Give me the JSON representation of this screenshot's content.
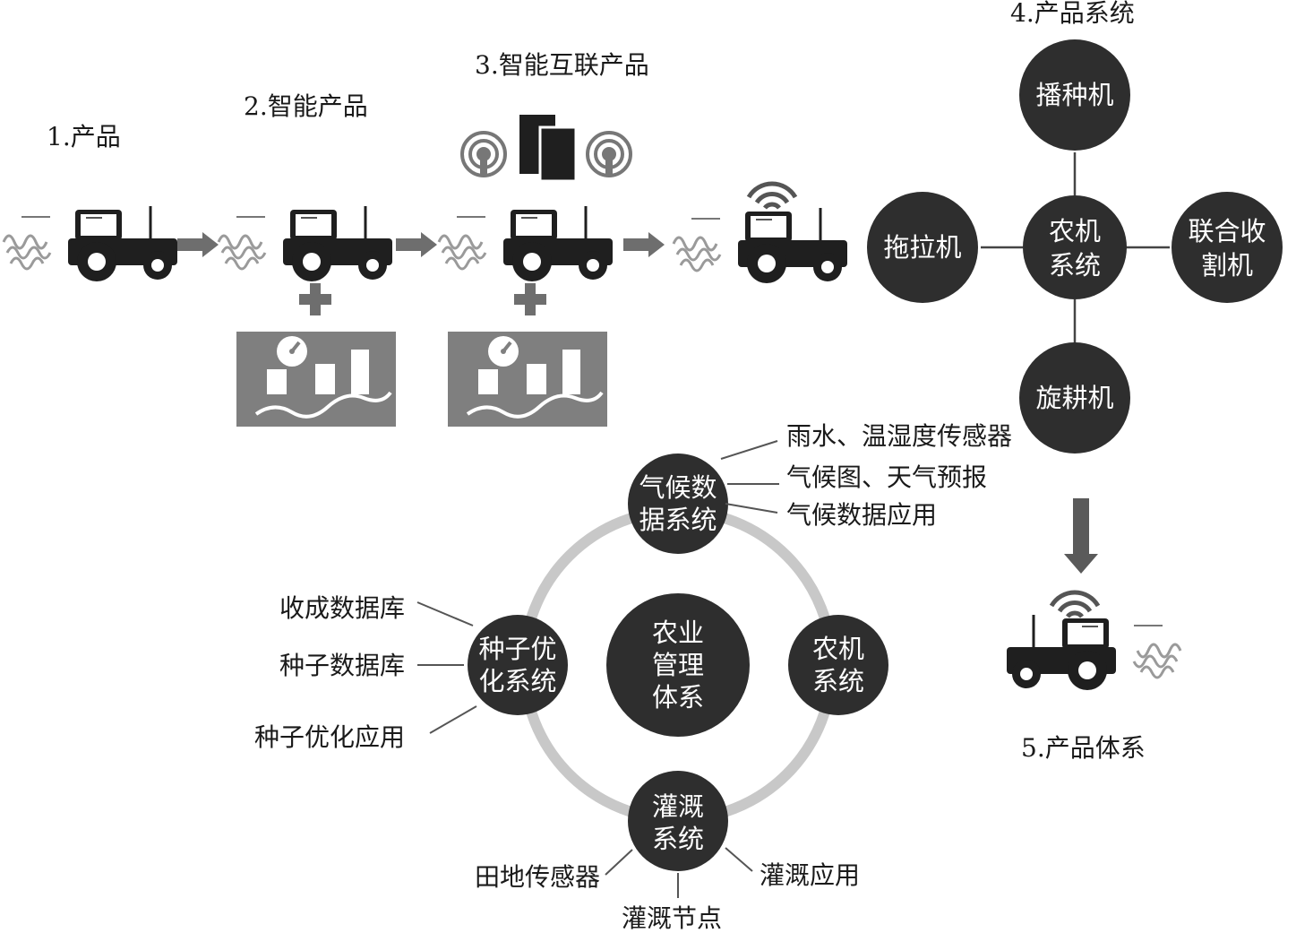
{
  "stages": {
    "s1": "1.产品",
    "s2": "2.智能产品",
    "s3": "3.智能互联产品",
    "s4": "4.产品系统",
    "s5": "5.产品体系"
  },
  "product_system": {
    "center": [
      "农机",
      "系统"
    ],
    "top": "播种机",
    "left": "拖拉机",
    "right": [
      "联合收",
      "割机"
    ],
    "bottom": "旋耕机"
  },
  "agri_system": {
    "center": [
      "农业",
      "管理",
      "体系"
    ],
    "climate": [
      "气候数",
      "据系统"
    ],
    "seed": [
      "种子优",
      "化系统"
    ],
    "machine": [
      "农机",
      "系统"
    ],
    "irrigation": [
      "灌溉",
      "系统"
    ],
    "climate_items": [
      "雨水、温湿度传感器",
      "气候图、天气预报",
      "气候数据应用"
    ],
    "seed_items": [
      "收成数据库",
      "种子数据库",
      "种子优化应用"
    ],
    "irrigation_items": [
      "田地传感器",
      "灌溉节点",
      "灌溉应用"
    ]
  },
  "colors": {
    "circle": "#2e2e2e",
    "ring": "#c8c8c8",
    "panel": "#7f7f7f",
    "arrow": "#6e6e6e"
  }
}
